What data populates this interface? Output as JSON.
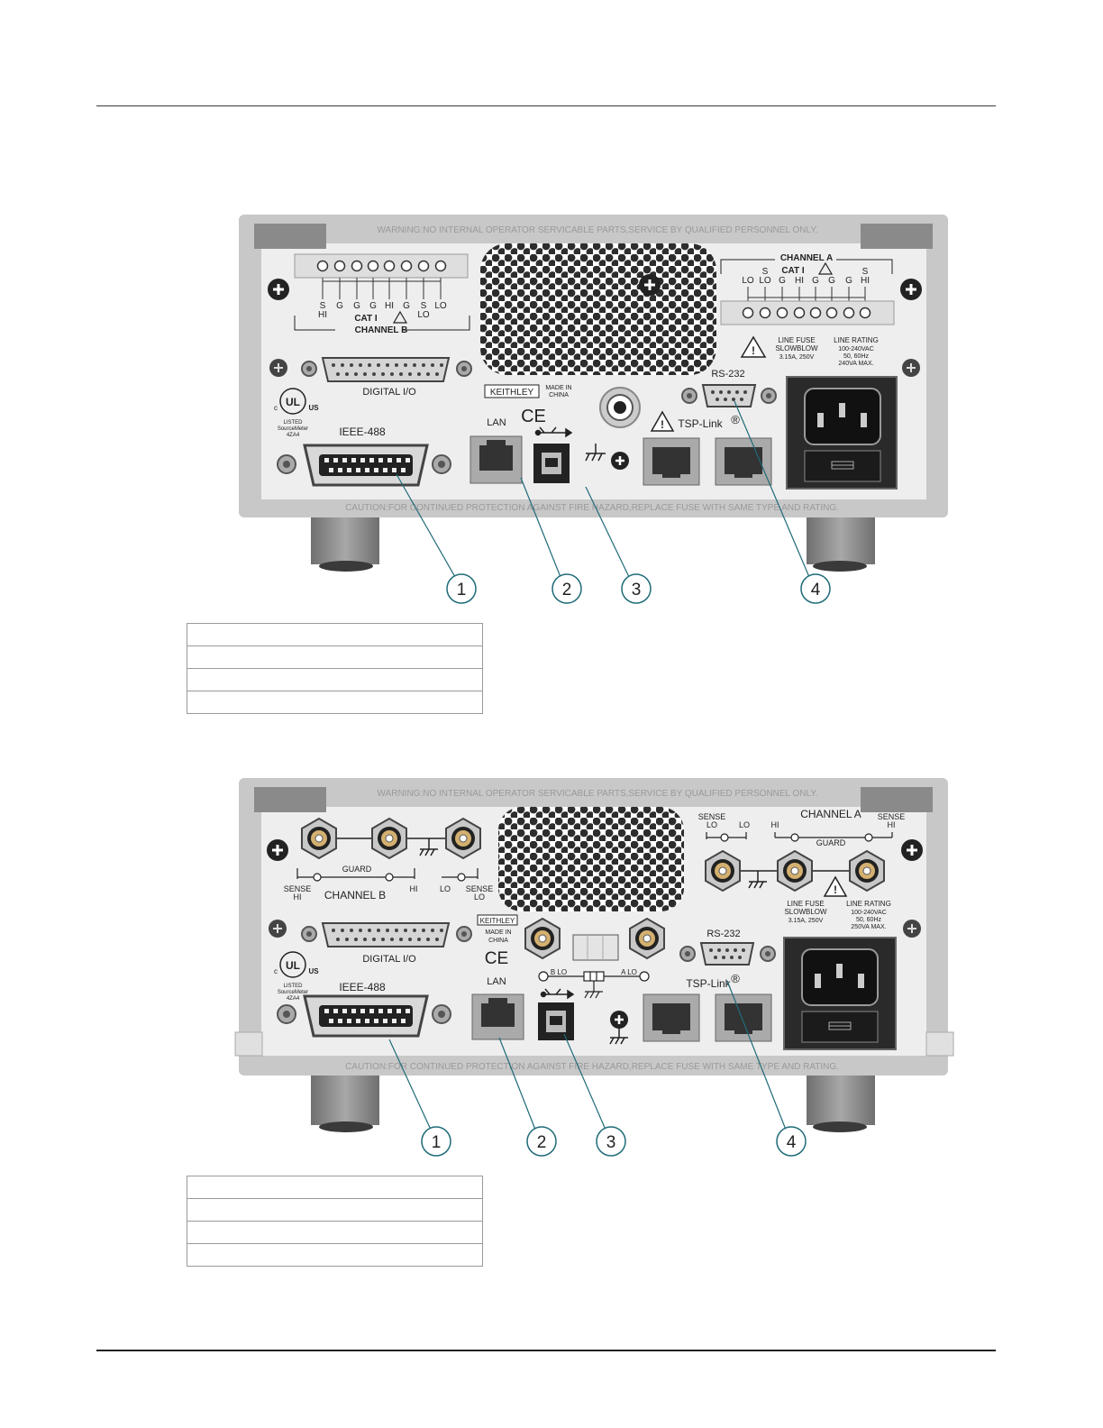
{
  "figure1": {
    "warning": "WARNING:NO INTERNAL OPERATOR SERVICABLE PARTS,SERVICE BY QUALIFIED PERSONNEL ONLY.",
    "caution": "CAUTION:FOR CONTINUED PROTECTION AGAINST FIRE HAZARD,REPLACE FUSE WITH SAME TYPE AND RATING.",
    "channel_b": {
      "title": "CHANNEL B",
      "cat": "CAT I",
      "pins_top": [
        "S",
        "G",
        "G",
        "G",
        "HI",
        "G",
        "S",
        "LO"
      ],
      "pins_bottom": [
        "HI",
        "LO"
      ]
    },
    "channel_a": {
      "title": "CHANNEL A",
      "cat": "CAT I",
      "pins_top": [
        "S",
        "S"
      ],
      "pins_bottom": [
        "LO",
        "LO",
        "G",
        "HI",
        "G",
        "G",
        "G",
        "HI"
      ]
    },
    "digital_io": "DIGITAL I/O",
    "ieee": "IEEE-488",
    "lan": "LAN",
    "rs232": "RS-232",
    "tsp": "TSP-Link",
    "keithley": "KEITHLEY",
    "made_in": [
      "MADE IN",
      "CHINA"
    ],
    "ce": "CE",
    "ul": [
      "c",
      "UL",
      "US",
      "LISTED",
      "SourceMeter",
      "4ZA4"
    ],
    "fuse": [
      "LINE FUSE",
      "SLOWBLOW",
      "3.15A, 250V"
    ],
    "rating": [
      "LINE RATING",
      "100-240VAC",
      "50, 60Hz",
      "240VA MAX."
    ],
    "callouts": [
      "1",
      "2",
      "3",
      "4"
    ]
  },
  "figure2": {
    "warning": "WARNING:NO INTERNAL OPERATOR SERVICABLE PARTS,SERVICE BY QUALIFIED PERSONNEL ONLY.",
    "caution": "CAUTION:FOR CONTINUED PROTECTION AGAINST FIRE HAZARD,REPLACE FUSE WITH SAME TYPE AND RATING.",
    "channel_b": {
      "title": "CHANNEL B",
      "guard": "GUARD",
      "sense_hi": [
        "SENSE",
        "HI"
      ],
      "hi": "HI",
      "lo": "LO",
      "sense_lo": [
        "SENSE",
        "LO"
      ]
    },
    "channel_a": {
      "title": "CHANNEL A",
      "guard": "GUARD",
      "sense_lo": [
        "SENSE",
        "LO"
      ],
      "lo": "LO",
      "hi": "HI",
      "sense_hi": [
        "SENSE",
        "HI"
      ]
    },
    "digital_io": "DIGITAL I/O",
    "ieee": "IEEE-488",
    "lan": "LAN",
    "rs232": "RS-232",
    "tsp": "TSP-Link",
    "keithley": "KEITHLEY",
    "made_in": [
      "MADE IN",
      "CHINA"
    ],
    "ce": "CE",
    "ul": [
      "c",
      "UL",
      "US",
      "LISTED",
      "SourceMeter",
      "4ZA4"
    ],
    "fuse": [
      "LINE FUSE",
      "SLOWBLOW",
      "3.15A, 250V"
    ],
    "rating": [
      "LINE RATING",
      "100-240VAC",
      "50, 60Hz",
      "250VA MAX."
    ],
    "b_lo": "B LO",
    "a_lo": "A LO",
    "callouts": [
      "1",
      "2",
      "3",
      "4"
    ]
  },
  "table1_rows": [
    "",
    "",
    "",
    ""
  ],
  "table2_rows": [
    "",
    "",
    "",
    ""
  ]
}
